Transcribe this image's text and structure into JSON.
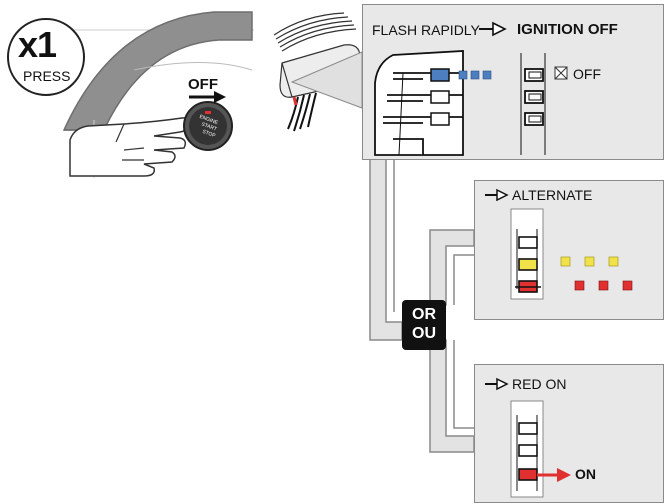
{
  "press_badge": {
    "count": "x1",
    "action": "PRESS"
  },
  "button": {
    "direction_label": "OFF",
    "engine_button_text": [
      "ENGINE",
      "START",
      "STOP"
    ]
  },
  "panel_top": {
    "heading_left": "FLASH RAPIDLY",
    "heading_right": "IGNITION OFF",
    "state_label": "OFF"
  },
  "panel_alternate": {
    "heading": "ALTERNATE"
  },
  "panel_red": {
    "heading": "RED ON",
    "state_label": "ON"
  },
  "or_badge": {
    "line1": "OR",
    "line2": "OU"
  },
  "colors": {
    "panel_bg": "#e8e8e8",
    "panel_border": "#8a8a8a",
    "led_blue": "#4d7fc0",
    "led_yellow": "#f2e24a",
    "led_red": "#e03030",
    "badge_dark": "#111111"
  },
  "icons": [
    "led-flash-icon",
    "arrow-right-icon",
    "hand-icon",
    "car-module-icon"
  ]
}
